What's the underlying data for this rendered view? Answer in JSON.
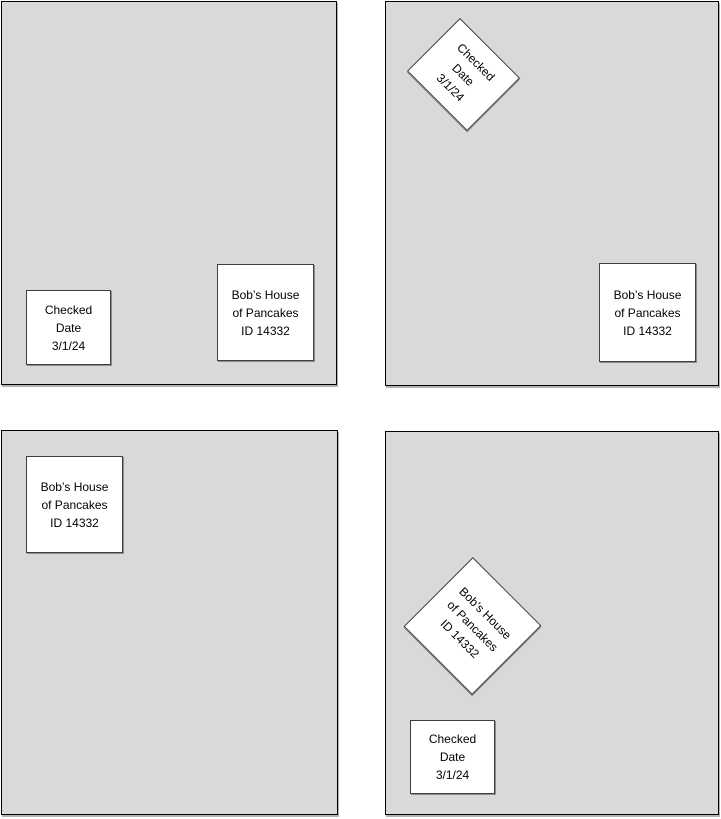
{
  "colors": {
    "page_background": "#ffffff",
    "panel_fill": "#d9d9d9",
    "panel_border": "#000000",
    "label_fill": "#ffffff",
    "label_border": "#3f3f3f",
    "label_text": "#000000"
  },
  "labels": {
    "checked_date": {
      "line1": "Checked",
      "line2": "Date",
      "line3": "3/1/24"
    },
    "business": {
      "line1": "Bob’s House",
      "line2": "of Pancakes",
      "line3": "ID 14332"
    }
  },
  "rotation": {
    "angle_degrees": 45
  }
}
